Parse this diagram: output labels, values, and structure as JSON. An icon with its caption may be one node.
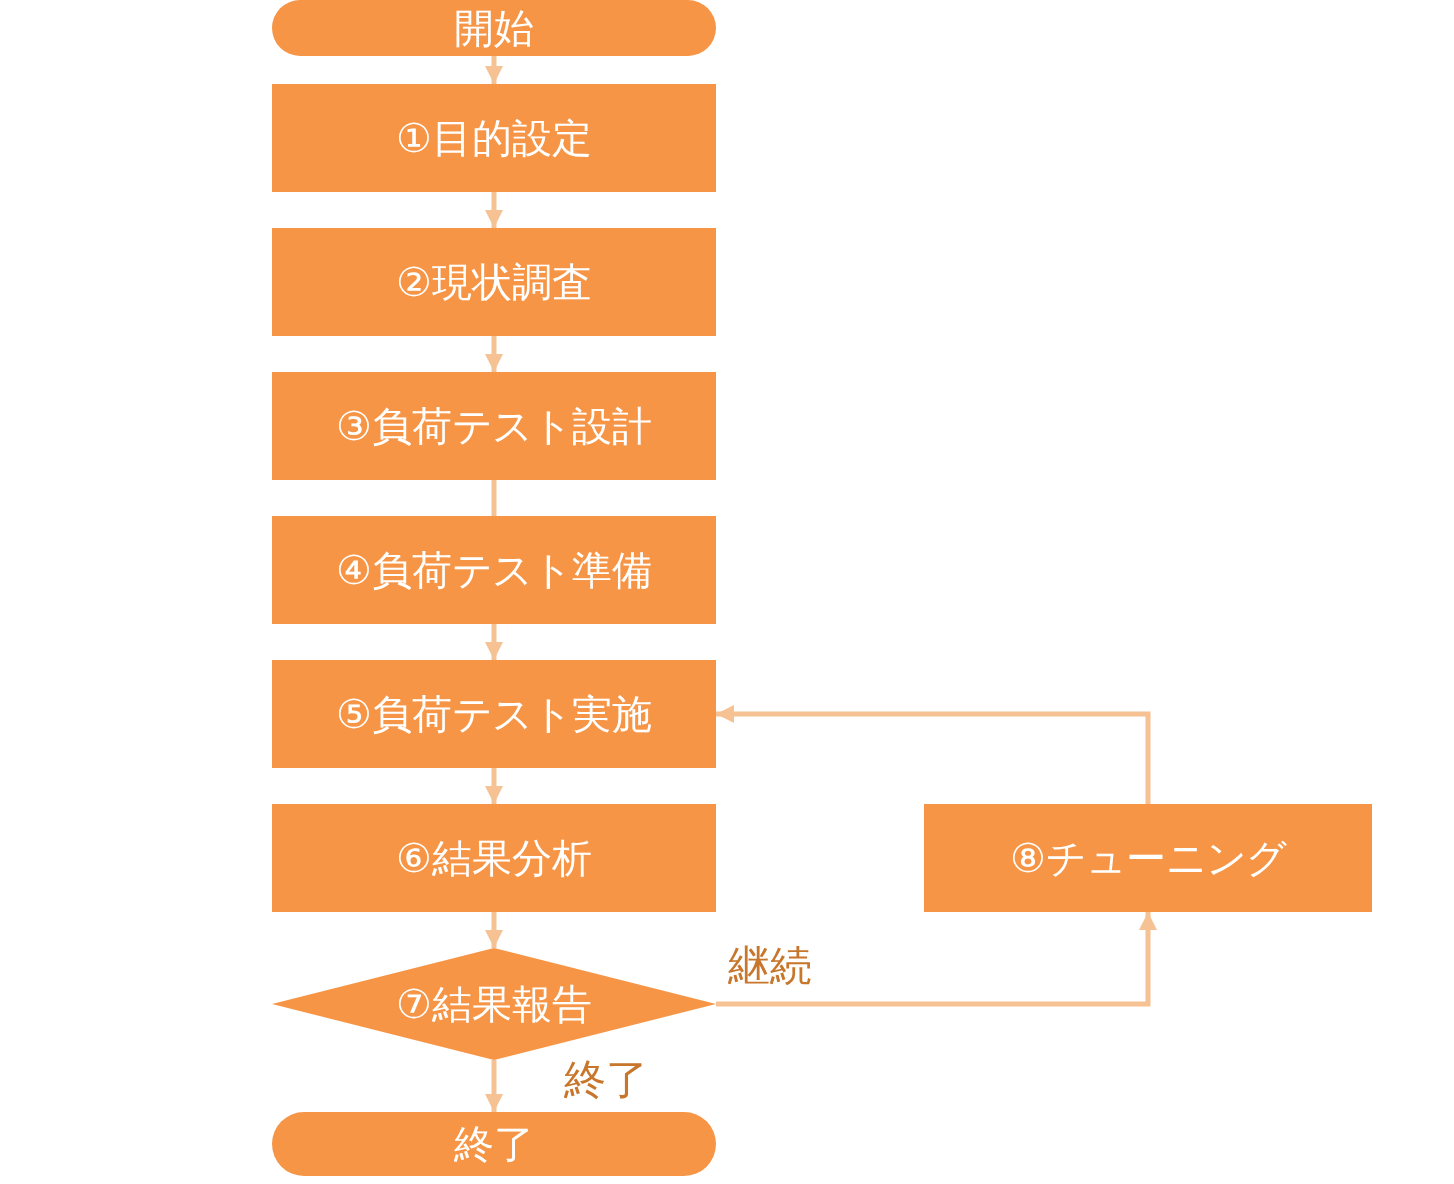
{
  "diagram": {
    "nodes": [
      {
        "text": [
          "開始"
        ]
      },
      {
        "text": [
          "①目的設定"
        ]
      },
      {
        "text": [
          "②現状調査"
        ]
      },
      {
        "text": [
          "③負荷テスト設計"
        ]
      },
      {
        "text": [
          "④負荷テスト準備"
        ]
      },
      {
        "text": [
          "⑤負荷テスト実施"
        ]
      },
      {
        "text": [
          "⑥結果分析"
        ]
      },
      {
        "text": [
          "⑧チューニング"
        ]
      },
      {
        "text": [
          "⑦結果報告"
        ]
      },
      {
        "text": [
          "終了"
        ]
      }
    ],
    "edges": [
      {
        "from": 0,
        "to": 1,
        "arrow": "to"
      },
      {
        "from": 1,
        "to": 2,
        "arrow": "to"
      },
      {
        "from": 2,
        "to": 3,
        "arrow": "to"
      },
      {
        "from": 3,
        "to": 4,
        "arrow": "none"
      },
      {
        "from": 4,
        "to": 5,
        "arrow": "to"
      },
      {
        "from": 5,
        "to": 6,
        "arrow": "to"
      },
      {
        "from": 6,
        "to": 8,
        "arrow": "to"
      },
      {
        "from": 8,
        "to": 9,
        "arrow": "to",
        "label": "終了"
      },
      {
        "from": 8,
        "to": 7,
        "arrow": "to",
        "label": "継続"
      },
      {
        "from": 7,
        "to": 5,
        "arrow": "to"
      }
    ]
  }
}
